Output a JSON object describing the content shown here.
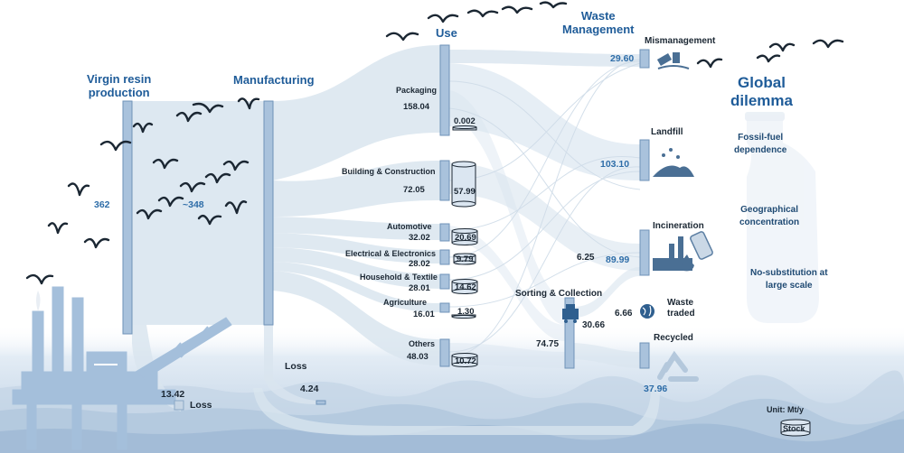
{
  "headers": {
    "virgin": "Virgin resin\nproduction",
    "manufacturing": "Manufacturing",
    "use": "Use",
    "waste": "Waste\nManagement",
    "global": "Global\ndilemma"
  },
  "virgin": {
    "value": "362",
    "processed": "~348"
  },
  "loss_prod": {
    "value": "13.42",
    "label": "Loss"
  },
  "loss_manu": {
    "label": "Loss",
    "value": "4.24"
  },
  "sectors": [
    {
      "name": "Packaging",
      "use": "158.04",
      "stock": "0.002"
    },
    {
      "name": "Building & Construction",
      "use": "72.05",
      "stock": "57.99"
    },
    {
      "name": "Automotive",
      "use": "32.02",
      "stock": "20.69"
    },
    {
      "name": "Electrical & Electronics",
      "use": "28.02",
      "stock": "9.79"
    },
    {
      "name": "Household & Textile",
      "use": "28.01",
      "stock": "14.62"
    },
    {
      "name": "Agriculture",
      "use": "16.01",
      "stock": "1.30"
    },
    {
      "name": "Others",
      "use": "48.03",
      "stock": "10.72"
    }
  ],
  "sorting": {
    "label": "Sorting & Collection",
    "in": "74.75",
    "out": "30.66"
  },
  "waste": {
    "mismanagement": {
      "label": "Mismanagement",
      "value": "29.60"
    },
    "landfill": {
      "label": "Landfill",
      "value": "103.10"
    },
    "incineration": {
      "label": "Incineration",
      "value": "89.99",
      "inflow": "6.25"
    },
    "traded": {
      "label": "Waste\ntraded",
      "value": "6.66"
    },
    "recycled": {
      "label": "Recycled",
      "value": "37.96"
    }
  },
  "dilemma": [
    "Fossil-fuel\ndependence",
    "Geographical\nconcentration",
    "No-substitution at\nlarge scale"
  ],
  "legend": {
    "unit": "Unit: Mt/y",
    "stock": "Stock"
  },
  "colors": {
    "flow": "#d8e4ee",
    "bar": "#a9c2dc",
    "barEdge": "#6f93b8",
    "header": "#1f5c99",
    "water": "#c9d8e8"
  },
  "icons": [
    "oil-platform-icon",
    "seagull-icon",
    "cylinder-stock-icon",
    "ocean-trash-icon",
    "landfill-icon",
    "incinerator-icon",
    "globe-icon",
    "recycle-icon",
    "sorting-truck-icon",
    "bottle-silhouette-icon"
  ]
}
